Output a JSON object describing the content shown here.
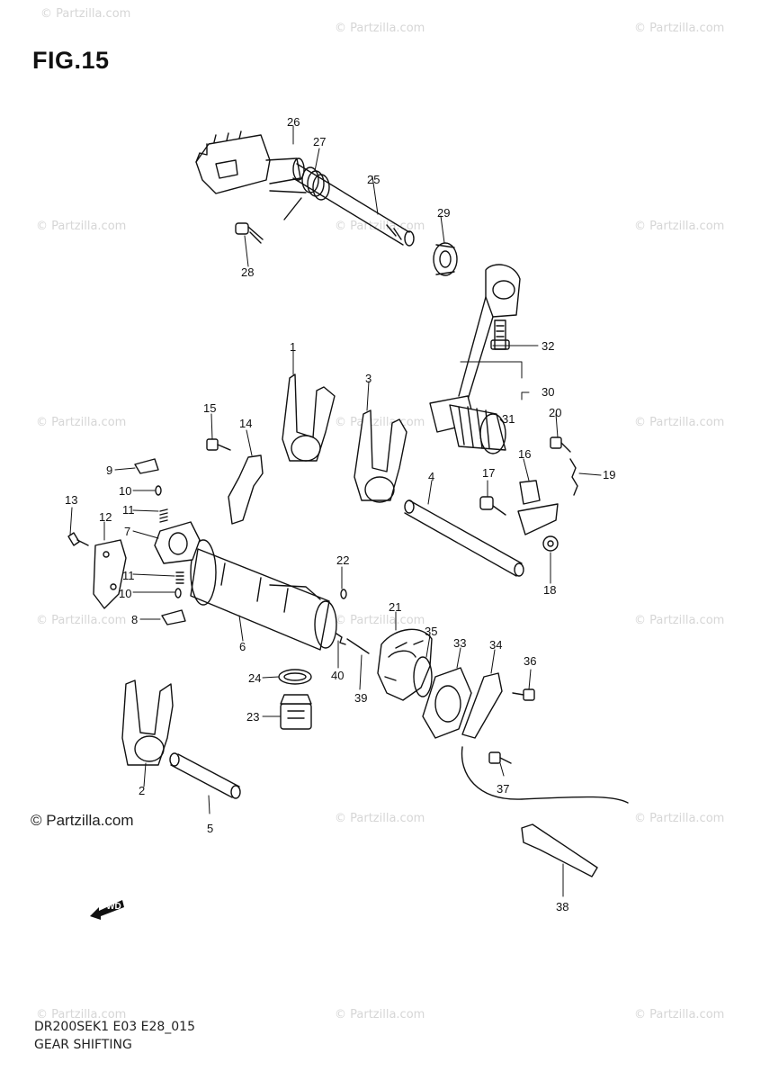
{
  "figure": {
    "title": "FIG.15"
  },
  "watermark": {
    "text": "© Partzilla.com"
  },
  "copyright": {
    "text": "© Partzilla.com"
  },
  "footer": {
    "model_code": "DR200SEK1 E03 E28_015",
    "section": "GEAR SHIFTING"
  },
  "forward_marker": {
    "label": "FWD"
  },
  "callouts": [
    "1",
    "2",
    "3",
    "4",
    "5",
    "6",
    "7",
    "8",
    "9",
    "10",
    "10",
    "11",
    "11",
    "12",
    "13",
    "14",
    "15",
    "16",
    "17",
    "18",
    "19",
    "20",
    "21",
    "22",
    "23",
    "24",
    "25",
    "26",
    "27",
    "28",
    "29",
    "30",
    "31",
    "32",
    "33",
    "34",
    "35",
    "36",
    "37",
    "38",
    "39",
    "40"
  ]
}
